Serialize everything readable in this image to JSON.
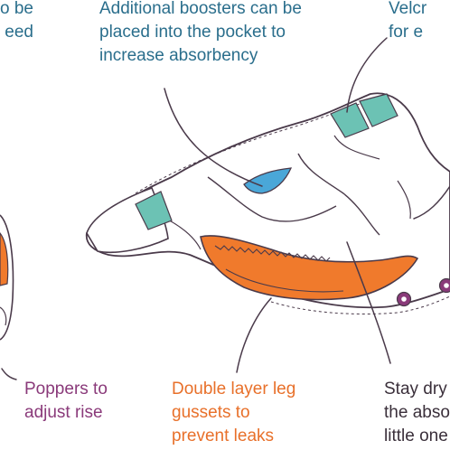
{
  "colors": {
    "teal": "#6cc2b4",
    "orange": "#f07a2c",
    "pocket_blue": "#4aa7d8",
    "outline": "#4a3a4a",
    "popper_purple": "#8a3a7a",
    "text_blue": "#2a6e8c",
    "text_purple": "#8a3a7a",
    "text_orange": "#e8702a",
    "text_dark": "#3a2f3a"
  },
  "labels": {
    "top_left_partial_line1": "o be",
    "top_left_partial_line2": "eed",
    "boosters_line1": "Additional boosters can be",
    "boosters_line2": "placed into the pocket to",
    "boosters_line3": "increase absorbency",
    "velcro_line1": "Velcr",
    "velcro_line2": "for e",
    "poppers_line1": "Poppers to",
    "poppers_line2": "adjust rise",
    "gussets_line1": "Double layer leg",
    "gussets_line2": "gussets to",
    "gussets_line3": "prevent leaks",
    "staydry_line1": "Stay dry",
    "staydry_line2": "the abso",
    "staydry_line3": "little one"
  }
}
